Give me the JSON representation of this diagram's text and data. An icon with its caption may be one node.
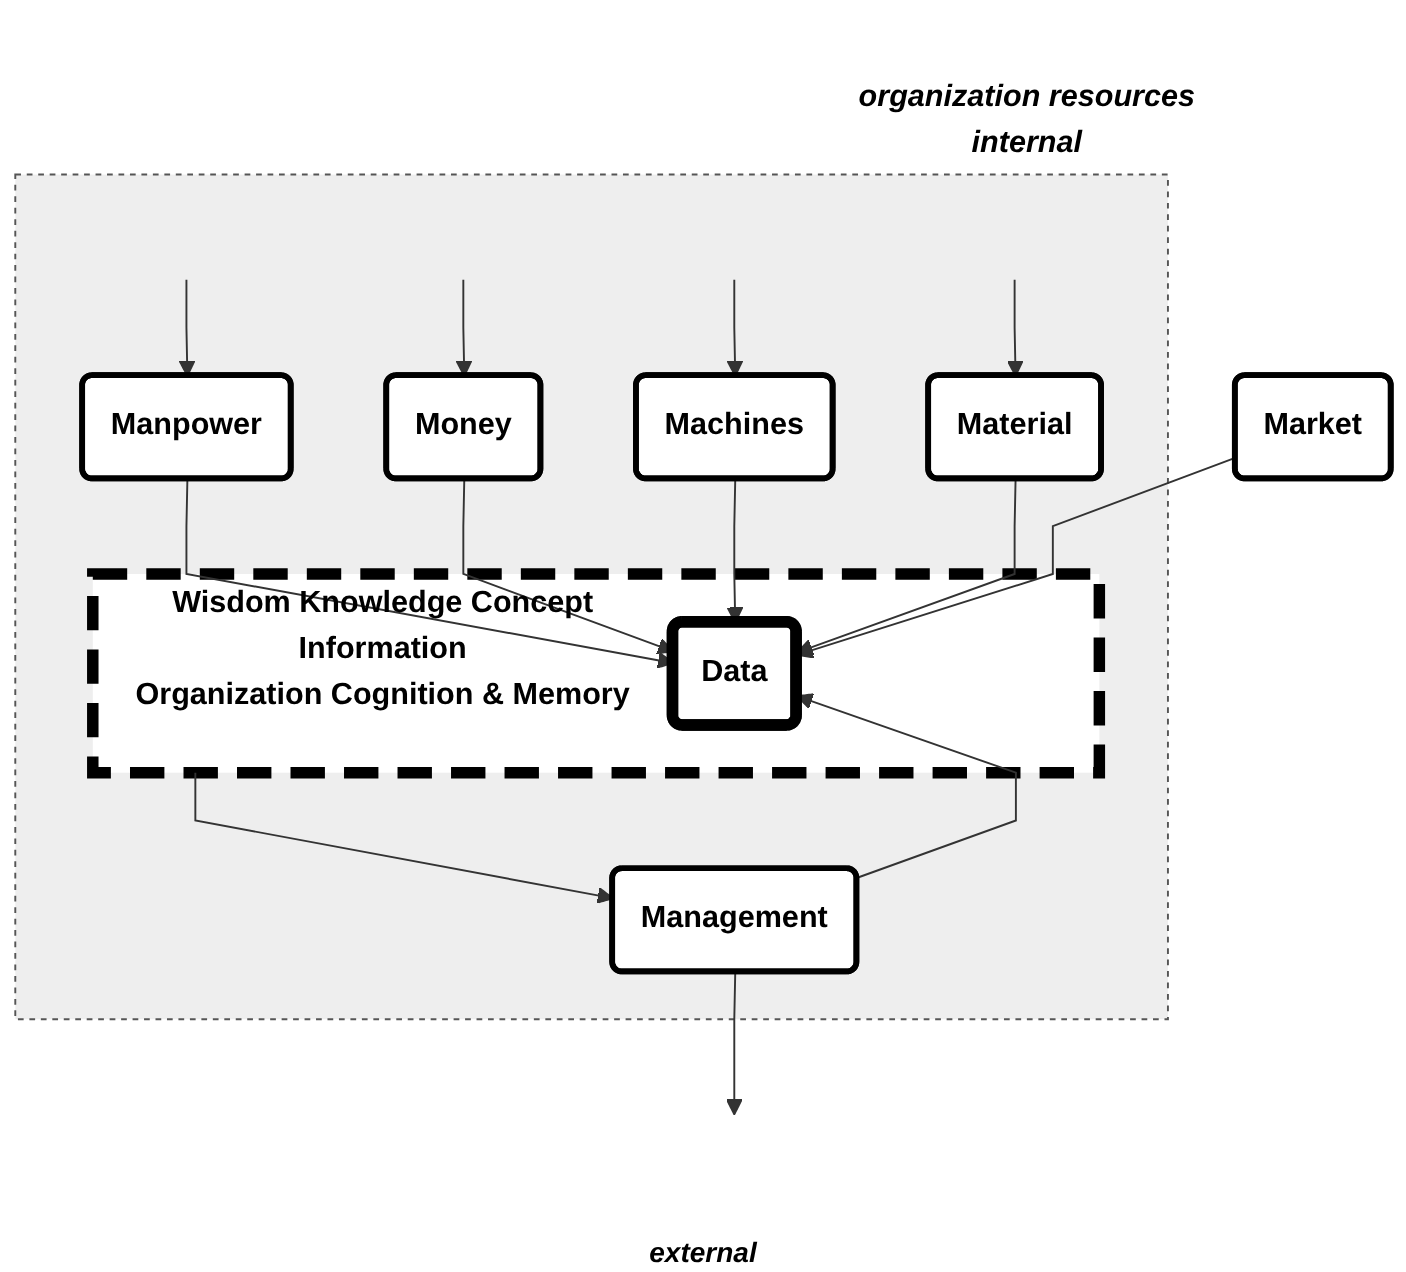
{
  "diagram": {
    "nodes": [
      {
        "text": [
          "organization resources",
          "internal"
        ]
      },
      {
        "text": [
          "Manpower"
        ],
        "in": 0
      },
      {
        "text": [
          "Money"
        ],
        "in": 0
      },
      {
        "text": [
          "Machines"
        ],
        "in": 0
      },
      {
        "text": [
          "Wisdom Knowledge Concept Information",
          "Organization Cognition & Memory"
        ],
        "in": 0
      },
      {
        "text": [
          "Data"
        ],
        "in": 4
      },
      {
        "text": [
          "Management"
        ],
        "in": 0
      },
      {
        "text": [
          "Material"
        ],
        "in": 0
      },
      {
        "text": [
          "Market"
        ]
      }
    ],
    "edges": [
      {
        "from": null,
        "to": 1,
        "arrow": "to"
      },
      {
        "from": null,
        "to": 2,
        "arrow": "to"
      },
      {
        "from": null,
        "to": 3,
        "arrow": "to"
      },
      {
        "from": 1,
        "to": 5,
        "arrow": "to"
      },
      {
        "from": 2,
        "to": 5,
        "arrow": "to"
      },
      {
        "from": 3,
        "to": 5,
        "arrow": "to"
      },
      {
        "from": 4,
        "to": 6,
        "arrow": "to"
      },
      {
        "from": 6,
        "to": 5,
        "arrow": "to"
      },
      {
        "from": 8,
        "to": 5,
        "arrow": "to"
      },
      {
        "from": 7,
        "to": 5,
        "arrow": "to"
      },
      {
        "from": 6,
        "to": null,
        "arrow": "to"
      },
      {
        "from": null,
        "to": 7,
        "arrow": "to"
      }
    ],
    "labels": [
      "external"
    ]
  }
}
